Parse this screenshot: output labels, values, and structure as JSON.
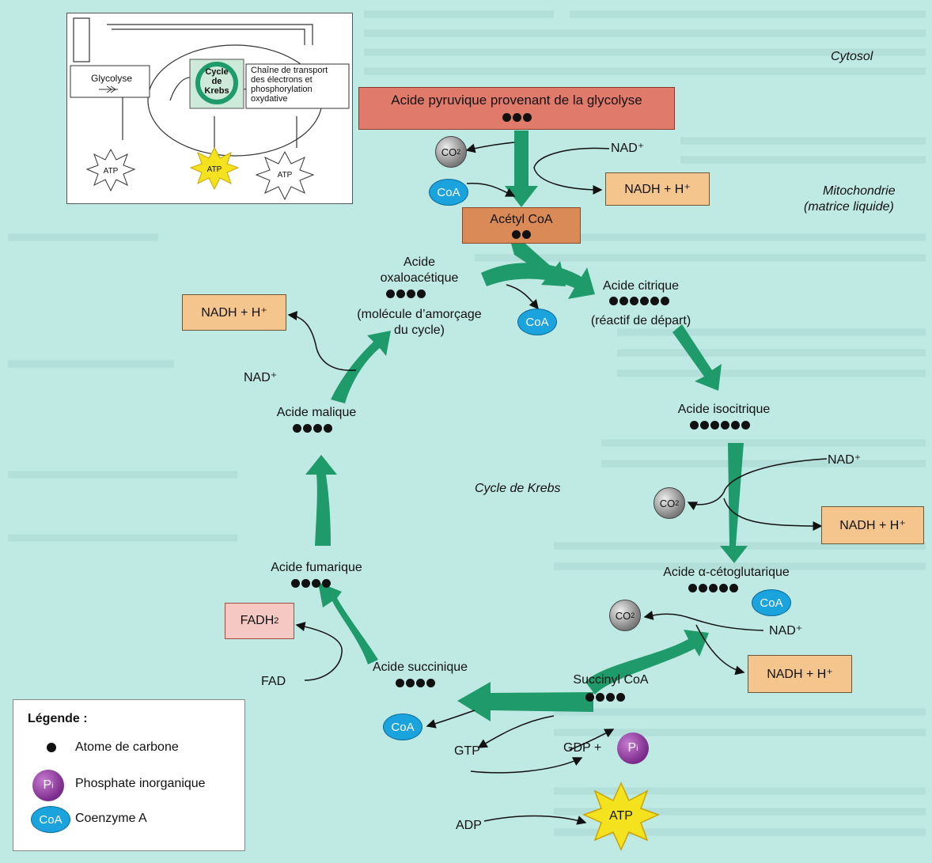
{
  "colors": {
    "background": "#bfe9e3",
    "arrow_green": "#1f9a6a",
    "nadh_box": "#f5c58e",
    "pyruvic_box": "#e07a6a",
    "acetyl_box": "#d98a57",
    "fadh_box": "#f6c8c4",
    "coa_blue": "#1aa3dd",
    "pi_purple": "#7a2a8a",
    "atp_yellow": "#f5e21e"
  },
  "labels": {
    "cytosol": "Cytosol",
    "mitochondrie": "Mitochondrie",
    "matrice": "(matrice liquide)",
    "cycle": "Cycle de Krebs"
  },
  "boxes": {
    "pyruvic": "Acide pyruvique provenant de la glycolyse",
    "acetyl": "Acétyl CoA",
    "nadh": "NADH + H⁺",
    "fadh2_base": "FADH",
    "fadh2_sub": "2"
  },
  "molecules": {
    "oxalo_1": "Acide",
    "oxalo_2": "oxaloacétique",
    "oxalo_note_1": "(molécule d’amorçage",
    "oxalo_note_2": "du cycle)",
    "citric": "Acide citrique",
    "citric_note": "(réactif de départ)",
    "isocitric": "Acide isocitrique",
    "keto": "Acide α-cétoglutarique",
    "succinyl": "Succinyl CoA",
    "succinic": "Acide succinique",
    "fumaric": "Acide fumarique",
    "malic": "Acide malique"
  },
  "carbon_counts": {
    "pyruvic": 3,
    "acetyl": 2,
    "oxalo": 4,
    "citric": 6,
    "isocitric": 6,
    "keto": 5,
    "succinyl": 4,
    "succinic": 4,
    "fumaric": 4,
    "malic": 4
  },
  "reactants": {
    "nad": "NAD⁺",
    "fad": "FAD",
    "gtp": "GTP",
    "gdp": "GDP +",
    "adp": "ADP",
    "atp": "ATP",
    "coa": "CoA",
    "co2_base": "CO",
    "co2_sub": "2",
    "pi_base": "P",
    "pi_sub": "i"
  },
  "legend": {
    "title": "Légende :",
    "carbon": "Atome de carbone",
    "phosphate": "Phosphate inorganique",
    "coenzyme": "Coenzyme A"
  },
  "inset": {
    "glycolyse": "Glycolyse",
    "krebs_1": "Cycle",
    "krebs_2": "de",
    "krebs_3": "Krebs",
    "chain_1": "Chaîne de transport",
    "chain_2": "des électrons et",
    "chain_3": "phosphorylation",
    "chain_4": "oxydative",
    "atp": "ATP"
  }
}
